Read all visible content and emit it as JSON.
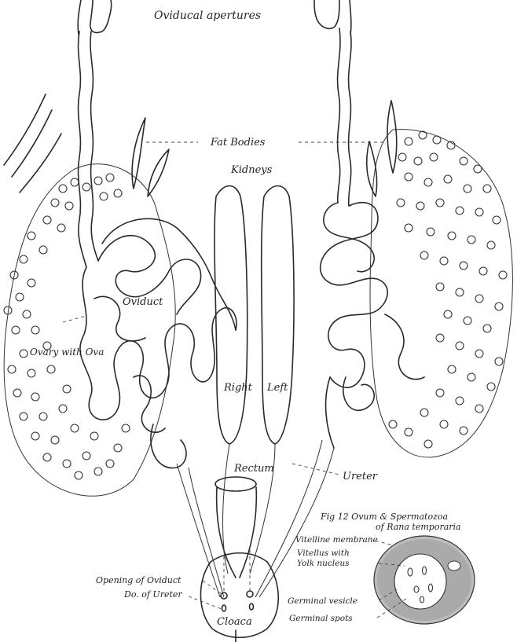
{
  "figure": {
    "labels": {
      "oviducal_apertures": "Oviducal apertures",
      "fat_bodies": "Fat Bodies",
      "kidneys": "Kidneys",
      "oviduct": "Oviduct",
      "ovary_with_ova": "Ovary with Ova",
      "right": "Right",
      "left": "Left",
      "rectum": "Rectum",
      "ureter": "Ureter",
      "opening_of_oviduct": "Opening of Oviduct",
      "do_of_ureter": "Do. of Ureter",
      "cloaca": "Cloaca"
    }
  },
  "inset": {
    "caption_line1": "Fig 12  Ovum & Spermatozoa",
    "caption_line2": "of Rana temporaria",
    "labels": {
      "vitelline_membrane": "Vitelline membrane",
      "vitellus_with": "Vitellus with",
      "yolk_nucleus": "Yolk nucleus",
      "germinal_vesicle": "Germinal vesicle",
      "germinal_spots": "Germinal spots"
    }
  },
  "colors": {
    "ink": "#2a2a2a",
    "stipple": "#8a8a8a"
  }
}
